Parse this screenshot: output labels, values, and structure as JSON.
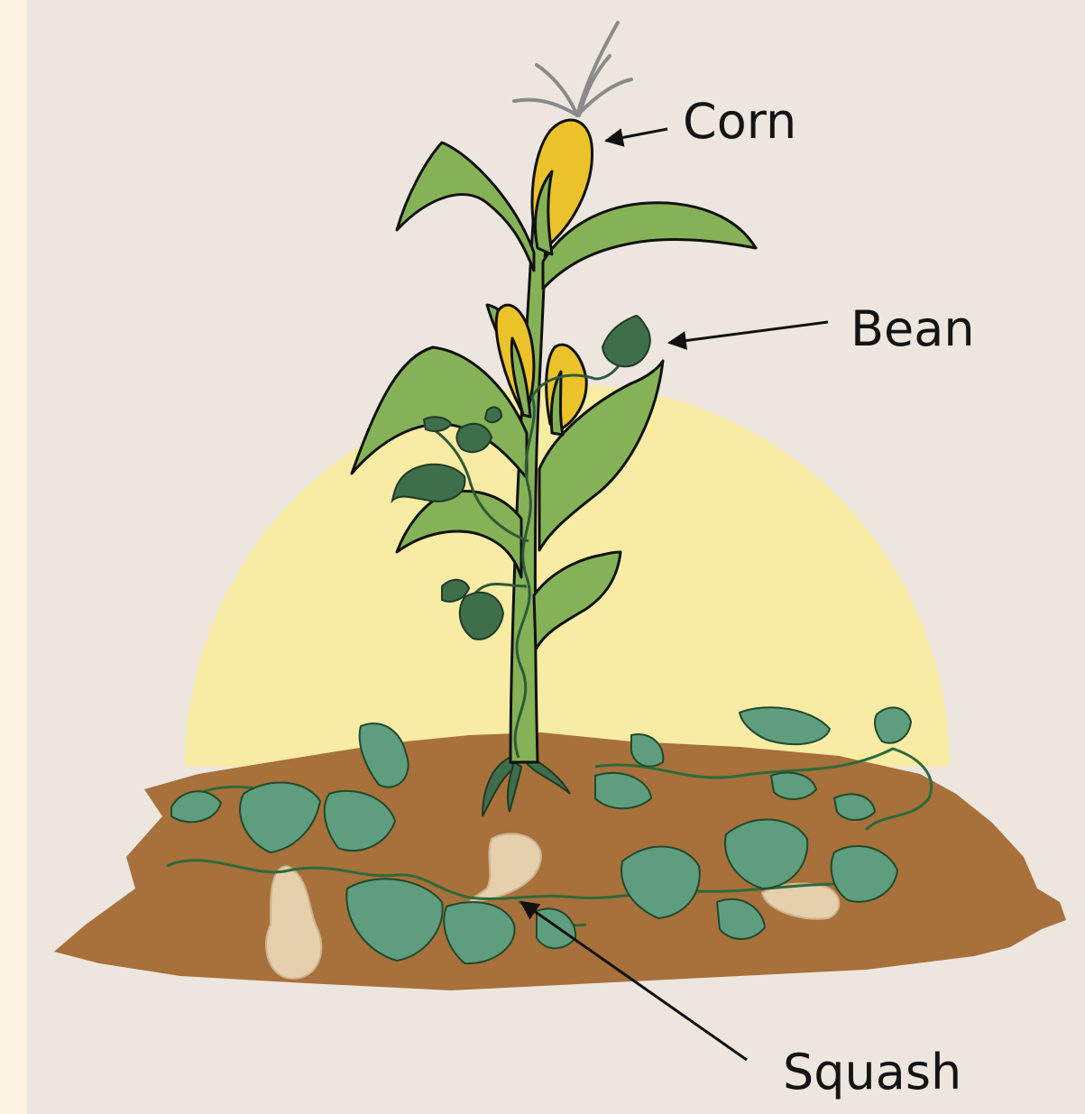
{
  "diagram": {
    "labels": {
      "corn": "Corn",
      "bean": "Bean",
      "squash": "Squash"
    }
  },
  "colors": {
    "page_border": "#fcf3e3",
    "background": "#ece6df",
    "sun": "#f8eba4",
    "soil": "#a8703a",
    "corn_leaf": "#86b257",
    "corn_cob": "#ecc22a",
    "bean_leaf": "#3f6e4b",
    "squash_leaf": "#5e9e7e",
    "squash_fruit": "#e5cfad",
    "outline": "#111111"
  }
}
